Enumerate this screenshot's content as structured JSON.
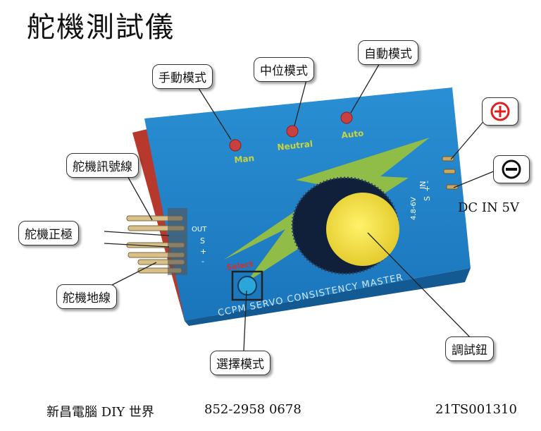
{
  "title": "舵機測試儀",
  "callouts": {
    "manual_mode": "手動模式",
    "neutral_mode": "中位模式",
    "auto_mode": "自動模式",
    "signal_wire": "舵機訊號線",
    "positive_wire": "舵機正極",
    "ground_wire": "舵機地線",
    "select_mode": "選擇模式",
    "adjust_knob": "調試鈕"
  },
  "device": {
    "led_man": "Man",
    "led_neutral": "Neutral",
    "led_auto": "Auto",
    "out_label": "OUT",
    "out_s": "S",
    "out_plus": "+",
    "out_minus": "-",
    "in_label": "IN",
    "in_s": "S",
    "in_plus": "+",
    "in_minus": "-",
    "voltage": "4.8-6V",
    "select_label": "Select",
    "brand_text": "CCPM SERVO CONSISTENCY MASTER"
  },
  "terminals": {
    "positive_symbol": "plus-circle-icon",
    "negative_symbol": "minus-circle-icon",
    "dc_in": "DC IN 5V"
  },
  "footer": {
    "shop": "新昌電腦 DIY 世界",
    "phone": "852-2958 0678",
    "code": "21TS001310"
  },
  "colors": {
    "device_blue": "#1f7fc4",
    "device_dark_blue": "#135a93",
    "bolt_green": "#9cc33a",
    "knob_yellow": "#f2e23c",
    "led_red": "#c84040",
    "led_label": "#c9d43c"
  }
}
